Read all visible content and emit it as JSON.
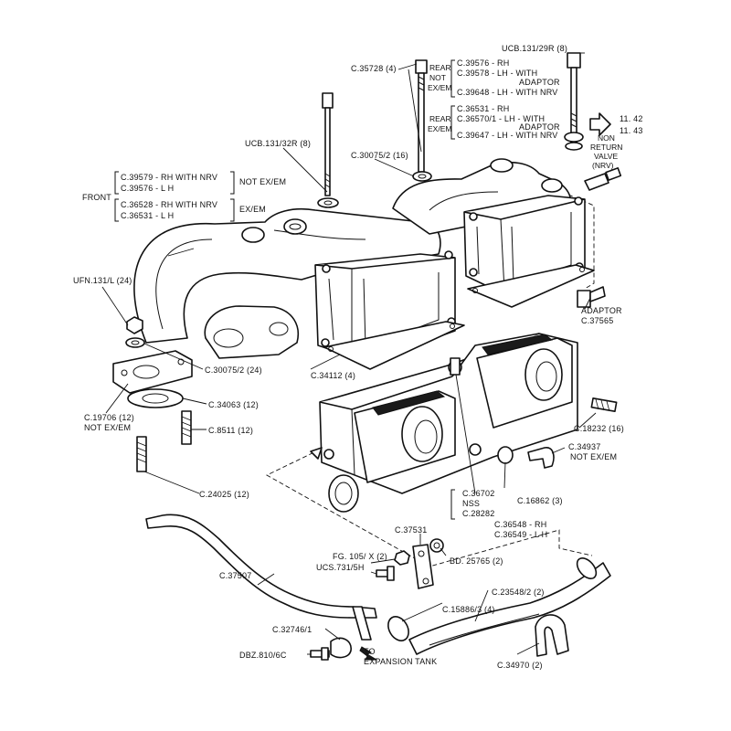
{
  "labels": {
    "ucb131_29r": "UCB.131/29R (8)",
    "c35728": "C.35728 (4)",
    "rear_not_exem": [
      "REAR",
      "NOT",
      "EX/EM"
    ],
    "group_rear_not": [
      "C.39576 - RH",
      "C.39578 - LH - WITH",
      "ADAPTOR",
      "C.39648 - LH - WITH NRV"
    ],
    "rear_exem": [
      "REAR",
      "EX/EM"
    ],
    "group_rear_exem": [
      "C.36531 - RH",
      "C.36570/1 - LH - WITH",
      "ADAPTOR",
      "C.39647 - LH - WITH NRV"
    ],
    "ref_a": "11. 42",
    "ref_b": "11. 43",
    "nrv": [
      "NON",
      "RETURN",
      "VALVE",
      "(NRV)"
    ],
    "ucb131_32r": "UCB.131/32R (8)",
    "c30075_16": "C.30075/2 (16)",
    "front": "FRONT",
    "front_not": [
      "C.39579 - RH   WITH  NRV",
      "C.39576 - L H"
    ],
    "not_exem": "NOT  EX/EM",
    "front_exem": [
      "C.36528 - RH   WITH  NRV",
      "C.36531 - L H"
    ],
    "exem": "EX/EM",
    "ufn131": "UFN.131/L (24)",
    "c30075_24": "C.30075/2 (24)",
    "c34112": "C.34112 (4)",
    "adaptor": [
      "ADAPTOR",
      "C.37565"
    ],
    "c34063": "C.34063 (12)",
    "c19706": [
      "C.19706 (12)",
      "NOT  EX/EM"
    ],
    "c8511": "C.8511 (12)",
    "c18232": "C.18232 (16)",
    "c34937": [
      "C.34937",
      "NOT  EX/EM"
    ],
    "c24025": "C.24025 (12)",
    "c36702": "C.36702",
    "nss": "NSS",
    "c28282": "C.28282",
    "c16862": "C.16862 (3)",
    "c36548": "C.36548 - RH",
    "c36549": "C.36549 - L H",
    "c37531": "C.37531",
    "fg105": "FG. 105/ X (2)",
    "bd25765": "BD. 25765 (2)",
    "ucs731": "UCS.731/5H",
    "c37507": "C.37507",
    "c23548": "C.23548/2 (2)",
    "c15886": "C.15886/3 (4)",
    "c32746": "C.32746/1",
    "dbz810": "DBZ.810/6C",
    "to_tank": [
      "TO",
      "EXPANSION TANK"
    ],
    "c34970": "C.34970 (2)"
  }
}
